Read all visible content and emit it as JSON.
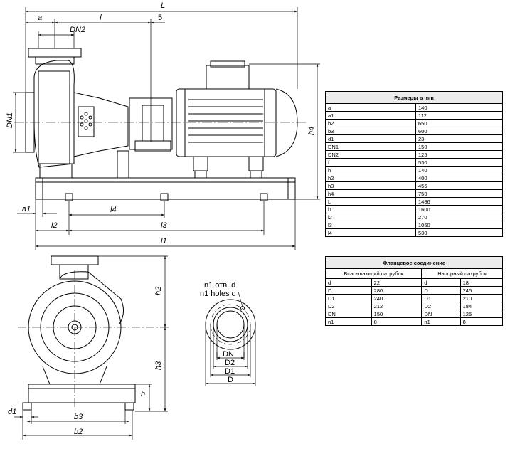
{
  "dimensions": {
    "L": "L",
    "a": "a",
    "f": "f",
    "DN2": "DN2",
    "five": "5",
    "DN1": "DN1",
    "h4": "h4",
    "a1": "a1",
    "l4": "l4",
    "l2": "l2",
    "l3": "l3",
    "l1": "l1",
    "h2": "h2",
    "h3": "h3",
    "h": "h",
    "d1": "d1",
    "b3": "b3",
    "b2": "b2",
    "DN": "DN",
    "D2": "D2",
    "D1": "D1",
    "D": "D"
  },
  "flange_note": {
    "line1": "n1 отв. d",
    "line2": "n1 holes d"
  },
  "sizes_table": {
    "title": "Размеры в mm",
    "rows": [
      [
        "a",
        "140"
      ],
      [
        "a1",
        "112"
      ],
      [
        "b2",
        "650"
      ],
      [
        "b3",
        "600"
      ],
      [
        "d1",
        "23"
      ],
      [
        "DN1",
        "150"
      ],
      [
        "DN2",
        "125"
      ],
      [
        "f",
        "530"
      ],
      [
        "h",
        "140"
      ],
      [
        "h2",
        "400"
      ],
      [
        "h3",
        "455"
      ],
      [
        "h4",
        "750"
      ],
      [
        "L",
        "1486"
      ],
      [
        "l1",
        "1600"
      ],
      [
        "l2",
        "270"
      ],
      [
        "l3",
        "1060"
      ],
      [
        "l4",
        "530"
      ]
    ]
  },
  "flange_table": {
    "title": "Фланцевое соединение",
    "suction": "Всасывающий патрубок",
    "discharge": "Напорный патрубок",
    "rows": [
      [
        "d",
        "22",
        "d",
        "18"
      ],
      [
        "D",
        "280",
        "D",
        "245"
      ],
      [
        "D1",
        "240",
        "D1",
        "210"
      ],
      [
        "D2",
        "212",
        "D2",
        "184"
      ],
      [
        "DN",
        "150",
        "DN",
        "125"
      ],
      [
        "n1",
        "8",
        "n1",
        "8"
      ]
    ]
  }
}
